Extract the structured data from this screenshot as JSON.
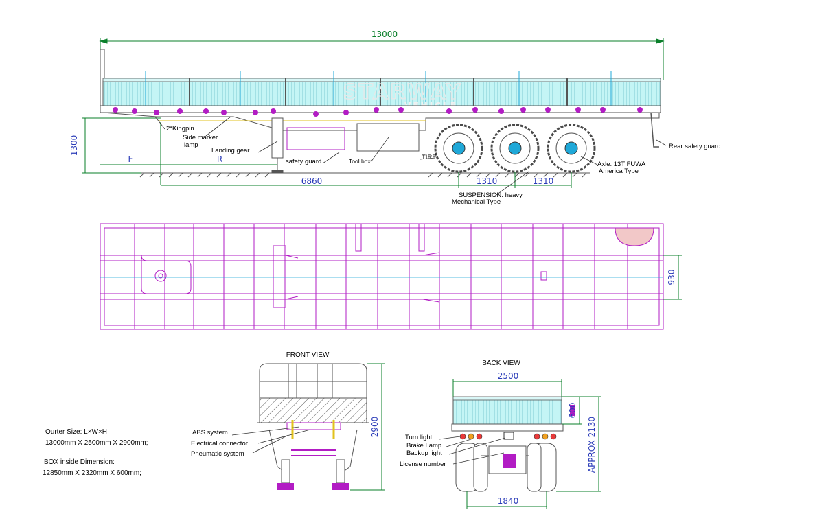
{
  "side_view": {
    "watermark": "STARWAY",
    "watermark_sub": "VEHICLE",
    "dims": {
      "overall_length": "13000",
      "height": "1300",
      "wheelbase": "6860",
      "axle_spacing_1": "1310",
      "axle_spacing_2": "1310",
      "front_letter": "F",
      "rear_letter": "R"
    },
    "labels": {
      "kingpin": "2*Kingpin",
      "side_marker_1": "Side  marker",
      "side_marker_2": "lamp",
      "landing_gear": "Landing gear",
      "safety_guard": "safety guard",
      "tool_box": "Tool box",
      "tire": "TIRE",
      "axle_1": "Axle: 13T FUWA",
      "axle_2": "America Type",
      "suspension_1": "SUSPENSION: heavy",
      "suspension_2": "Mechanical Type",
      "rear_safety_guard": "Rear safety guard"
    }
  },
  "top_view": {
    "width_dim": "930"
  },
  "front_view": {
    "title": "FRONT VIEW",
    "height_dim": "2900",
    "labels": {
      "abs": "ABS system",
      "electrical": "Electrical connector",
      "pneumatic": "Pneumatic system"
    }
  },
  "back_view": {
    "title": "BACK VIEW",
    "width_dim": "2500",
    "side_height_dim": "600",
    "overall_height_dim": "APPROX 2130",
    "track_dim": "1840",
    "labels": {
      "turn": "Turn light",
      "brake": "Brake Lamp",
      "backup": "Backup light",
      "license": "License number"
    }
  },
  "specs": {
    "outer_title": "Ourter Size: L×W×H",
    "outer_value": "13000mm X 2500mm X 2900mm;",
    "box_title": "BOX inside Dimension:",
    "box_value": "12850mm X 2320mm X 600mm;"
  },
  "colors": {
    "frame": "#b21cc4",
    "panel": "#bff4f4",
    "panel_line": "#5fb8c4",
    "dim_green": "#0a7f2a",
    "dim_blue": "#2a3bb8",
    "axis_cyan": "#1fa8d8",
    "wheel": "#4a4a4a",
    "outline": "#555555"
  }
}
